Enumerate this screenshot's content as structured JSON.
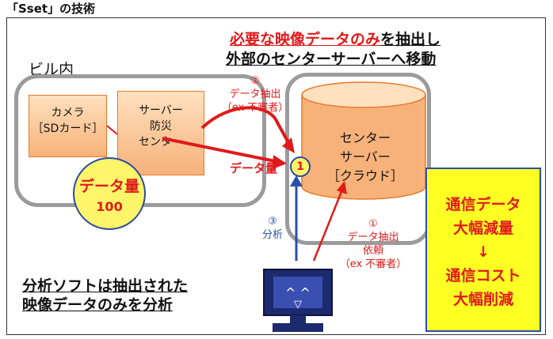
{
  "top_text": "「Sset」の技術",
  "headline": {
    "line1_red": "必要な映像データのみ",
    "line1_black": "を抽出し",
    "line2": "外部のセンターサーバーへ移動"
  },
  "building_label": "ビル内",
  "camera": {
    "line1": "カメラ",
    "line2": "［SDカード］"
  },
  "server": {
    "line1": "サーバー",
    "line2": "防災",
    "line3": "センター"
  },
  "data_badge": {
    "line1": "データ量",
    "line2": "100"
  },
  "step2": {
    "num": "②",
    "line1": "データ抽出",
    "line2": "（ex 不審者）"
  },
  "data_amount_label": "データ量",
  "center_server": {
    "line1": "センター",
    "line2": "サーバー",
    "line3": "［クラウド］"
  },
  "small_badge": "1",
  "step1": {
    "num": "①",
    "line1": "データ抽出",
    "line2": "依頼",
    "line3": "（ex 不審者）"
  },
  "step3": {
    "num": "③",
    "line1": "分析"
  },
  "terminal_face": "^ ^\n▽",
  "result_box": {
    "line1": "通信データ",
    "line2": "大幅減量",
    "arrow": "↓",
    "line3": "通信コスト",
    "line4": "大幅削減"
  },
  "bottom_text": {
    "line1": "分析ソフトは抽出された",
    "line2": "映像データのみを分析"
  },
  "colors": {
    "red": "#e01a1a",
    "blue": "#2a4fa8",
    "orange": "#f7b27a",
    "yellow": "#ffff23",
    "gray": "#9b9b9b"
  }
}
